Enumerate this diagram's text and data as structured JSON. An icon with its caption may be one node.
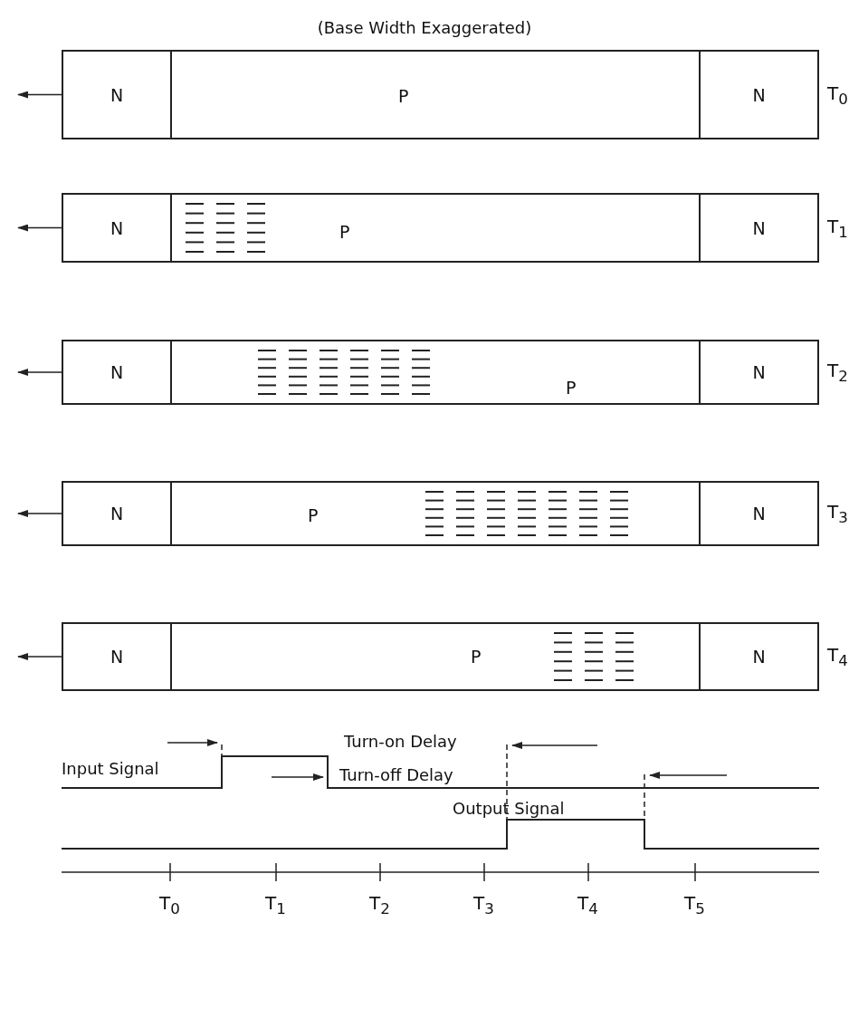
{
  "diagram": {
    "title": "(Base Width Exaggerated)",
    "nodes": [
      {
        "text": [
          "N"
        ]
      },
      {
        "text": [
          "P"
        ]
      },
      {
        "text": [
          "N"
        ],
        "beside": [
          "T$_{0}$"
        ]
      },
      {
        "text": [
          "N"
        ]
      },
      {
        "text": [
          "P"
        ]
      },
      {
        "text": [
          "N"
        ],
        "beside": [
          "T$_{1}$"
        ]
      },
      {
        "text": [
          "N"
        ]
      },
      {
        "text": [
          "P"
        ]
      },
      {
        "text": [
          "N"
        ],
        "beside": [
          "T$_{2}$"
        ]
      },
      {
        "text": [
          "N"
        ]
      },
      {
        "text": [
          "P"
        ]
      },
      {
        "text": [
          "N"
        ],
        "beside": [
          "T$_{3}$"
        ]
      },
      {
        "text": [
          "N"
        ]
      },
      {
        "text": [
          "P"
        ]
      },
      {
        "text": [
          "N"
        ],
        "beside": [
          "T$_{4}$"
        ]
      }
    ],
    "edges": [
      {
        "from": 0,
        "to": null,
        "arrow": "to"
      },
      {
        "from": 3,
        "to": null,
        "arrow": "to"
      },
      {
        "from": 6,
        "to": null,
        "arrow": "to"
      },
      {
        "from": 9,
        "to": null,
        "arrow": "to"
      },
      {
        "from": 12,
        "to": null,
        "arrow": "to"
      }
    ],
    "labels": [
      "Turn-on Delay",
      "Input Signal",
      "Turn-off Delay",
      "Output Signal",
      "T$_{0}$",
      "T$_{1}$",
      "T$_{2}$",
      "T$_{3}$",
      "T$_{4}$",
      "T$_{5}$"
    ]
  }
}
